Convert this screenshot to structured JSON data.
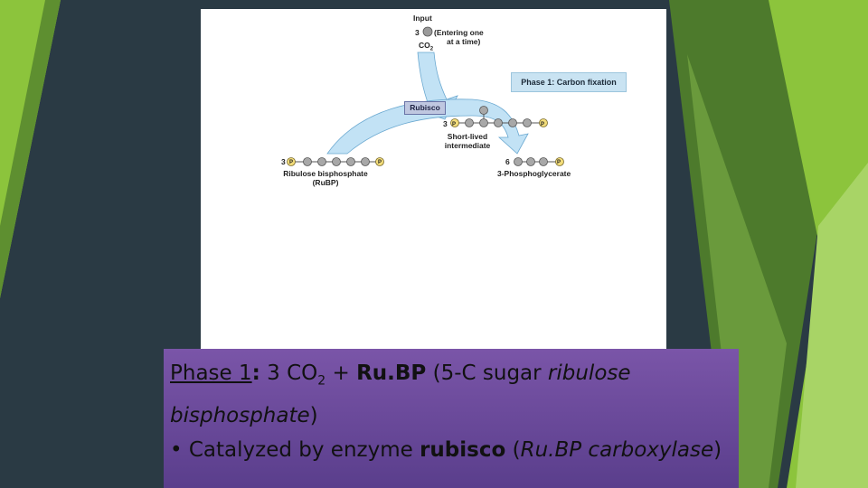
{
  "diagram": {
    "input_label": "Input",
    "input_count": "3",
    "input_note_line1": "(Entering one",
    "input_note_line2": "at a time)",
    "co2_label": "CO",
    "co2_sub": "2",
    "phase_label": "Phase 1: Carbon fixation",
    "rubisco_label": "Rubisco",
    "rubp_count": "3",
    "rubp_label_line1": "Ribulose bisphosphate",
    "rubp_label_line2": "(RuBP)",
    "intermediate_count": "3",
    "intermediate_label_line1": "Short-lived",
    "intermediate_label_line2": "intermediate",
    "pga_count": "6",
    "pga_label": "3-Phosphoglycerate",
    "phosphate_symbol": "P"
  },
  "caption": {
    "phase_label": "Phase 1",
    "colon": ":",
    "co2_prefix": " 3 CO",
    "co2_sub": "2",
    "plus": " + ",
    "rubp": "Ru.BP",
    "paren_open": " (5-C sugar ",
    "sugar_name": "ribulose bisphosphate",
    "paren_close": ")",
    "bullet": "• Catalyzed by enzyme ",
    "enzyme": "rubisco",
    "enzyme_paren_open": " (",
    "enzyme_alt": "Ru.BP carboxylase",
    "enzyme_paren_close": ")"
  },
  "colors": {
    "background": "#2a3a44",
    "green_light": "#8cc43c",
    "green_dark": "#4d7a2c",
    "caption_bg": "#6a4a9c",
    "arrow_fill": "#c2e2f5",
    "arrow_stroke": "#6aa8d0"
  }
}
